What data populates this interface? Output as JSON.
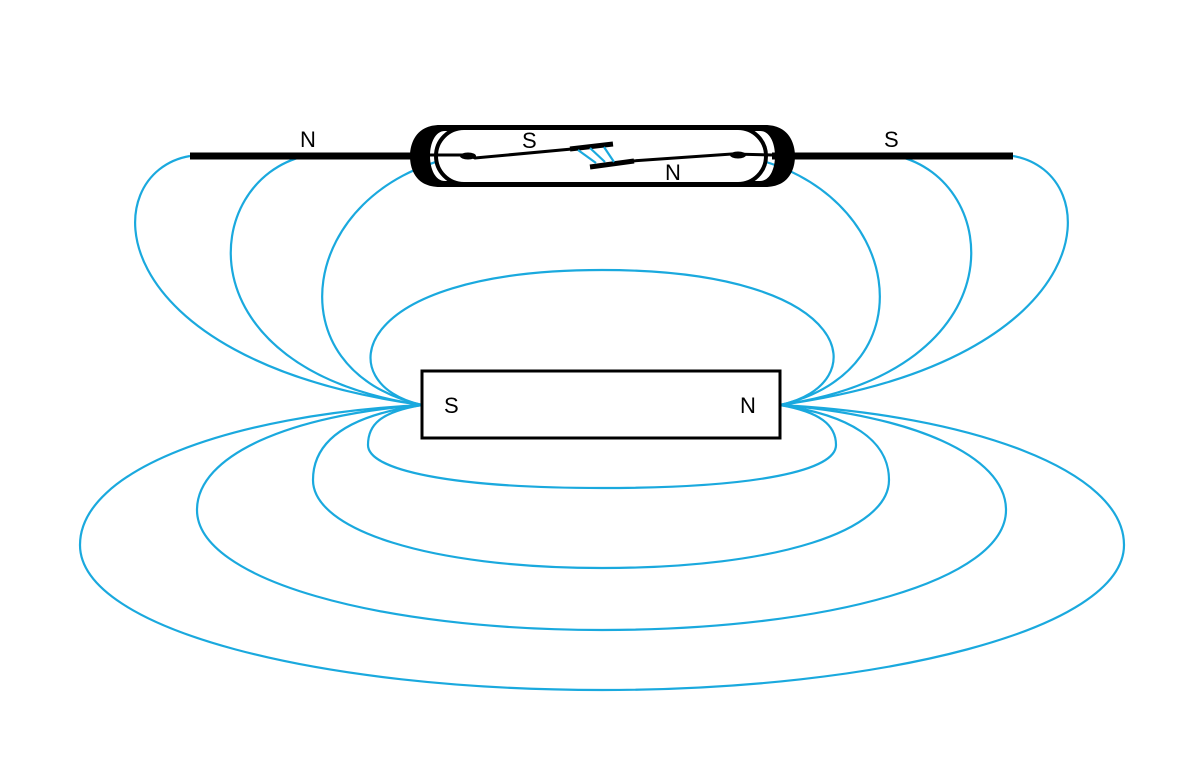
{
  "reed_switch": {
    "lead_left_pole": "N",
    "lead_right_pole": "S",
    "reed_left_pole": "S",
    "reed_right_pole": "N"
  },
  "magnet": {
    "left_pole": "S",
    "right_pole": "N"
  },
  "colors": {
    "field_lines": "#1aa9de",
    "outline": "#000000"
  }
}
